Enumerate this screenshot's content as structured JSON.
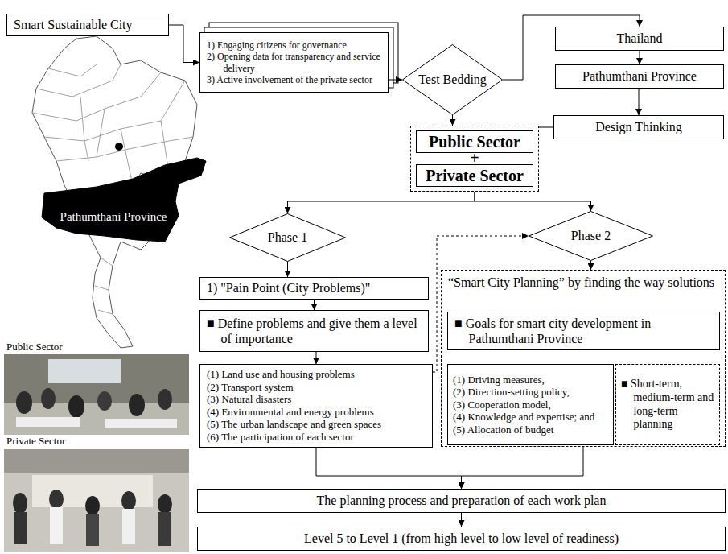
{
  "diagram": {
    "nodes": [
      {
        "text": [
          "Smart Sustainable City"
        ]
      },
      {
        "text": [
          "1) Engaging citizens for governance",
          "2) Opening data for transparency and service delivery",
          "3) Active involvement of the private sector"
        ]
      },
      {
        "text": [
          "Test Bedding"
        ]
      },
      {
        "text": [
          "Thailand"
        ]
      },
      {
        "text": [
          "Pathumthani Province"
        ]
      },
      {
        "text": [
          "Design Thinking"
        ]
      },
      {
        "text": [
          "+"
        ]
      },
      {
        "text": [
          "Public Sector"
        ],
        "in": 6
      },
      {
        "text": [
          "Private Sector"
        ],
        "in": 6
      },
      {
        "text": [
          "Phase 1"
        ]
      },
      {
        "text": [
          "Phase 2"
        ]
      },
      {
        "text": [
          "1) \"Pain Point (City Problems)\""
        ]
      },
      {
        "text": [
          "■ Define problems and give them a level of importance"
        ]
      },
      {
        "text": [
          "(1) Land use and housing problems",
          "(2) Transport system",
          "(3) Natural disasters",
          "(4) Environmental and energy problems",
          "(5) The urban landscape and green spaces",
          "(6) The participation of each sector"
        ]
      },
      {
        "text": [
          "“Smart City Planning” by finding the way solutions"
        ]
      },
      {
        "text": [
          "■ Goals for smart city development in Pathumthani Province"
        ],
        "in": 14
      },
      {
        "text": [
          "(1) Driving measures,",
          "(2) Direction-setting policy,",
          "(3) Cooperation model,",
          "(4) Knowledge and expertise; and",
          "(5) Allocation of budget"
        ],
        "in": 14
      },
      {
        "text": [
          "■ Short-term, medium-term and long-term planning"
        ],
        "in": 14
      },
      {
        "text": [
          "The planning process and preparation of each work plan"
        ]
      },
      {
        "text": [
          "Level 5 to Level 1 (from high level to low level of readiness)"
        ]
      }
    ],
    "edges": [
      {
        "from": 0,
        "to": 1,
        "arrow": "to"
      },
      {
        "from": 1,
        "to": 2,
        "arrow": "to"
      },
      {
        "from": 2,
        "to": 3,
        "arrow": "to"
      },
      {
        "from": 3,
        "to": 4,
        "arrow": "to"
      },
      {
        "from": 4,
        "to": 5,
        "arrow": "to"
      },
      {
        "from": 5,
        "to": 6,
        "arrow": "none"
      },
      {
        "from": 2,
        "to": 6,
        "arrow": "to"
      },
      {
        "from": 6,
        "to": 9,
        "arrow": "to"
      },
      {
        "from": 6,
        "to": 10,
        "arrow": "to"
      },
      {
        "from": 9,
        "to": 11,
        "arrow": "to"
      },
      {
        "from": 11,
        "to": 12,
        "arrow": "to"
      },
      {
        "from": 12,
        "to": 13,
        "arrow": "to"
      },
      {
        "from": 13,
        "to": 10,
        "arrow": "to"
      },
      {
        "from": 10,
        "to": 14,
        "arrow": "to"
      },
      {
        "from": 15,
        "to": 16,
        "arrow": "to"
      },
      {
        "from": 15,
        "to": 17,
        "arrow": "to"
      },
      {
        "from": 13,
        "to": 18,
        "arrow": "to"
      },
      {
        "from": 14,
        "to": 18,
        "arrow": "to"
      },
      {
        "from": 18,
        "to": 19,
        "arrow": "to"
      }
    ],
    "labels": [
      "Pathumthani Province",
      "Public Sector",
      "Private Sector"
    ]
  }
}
